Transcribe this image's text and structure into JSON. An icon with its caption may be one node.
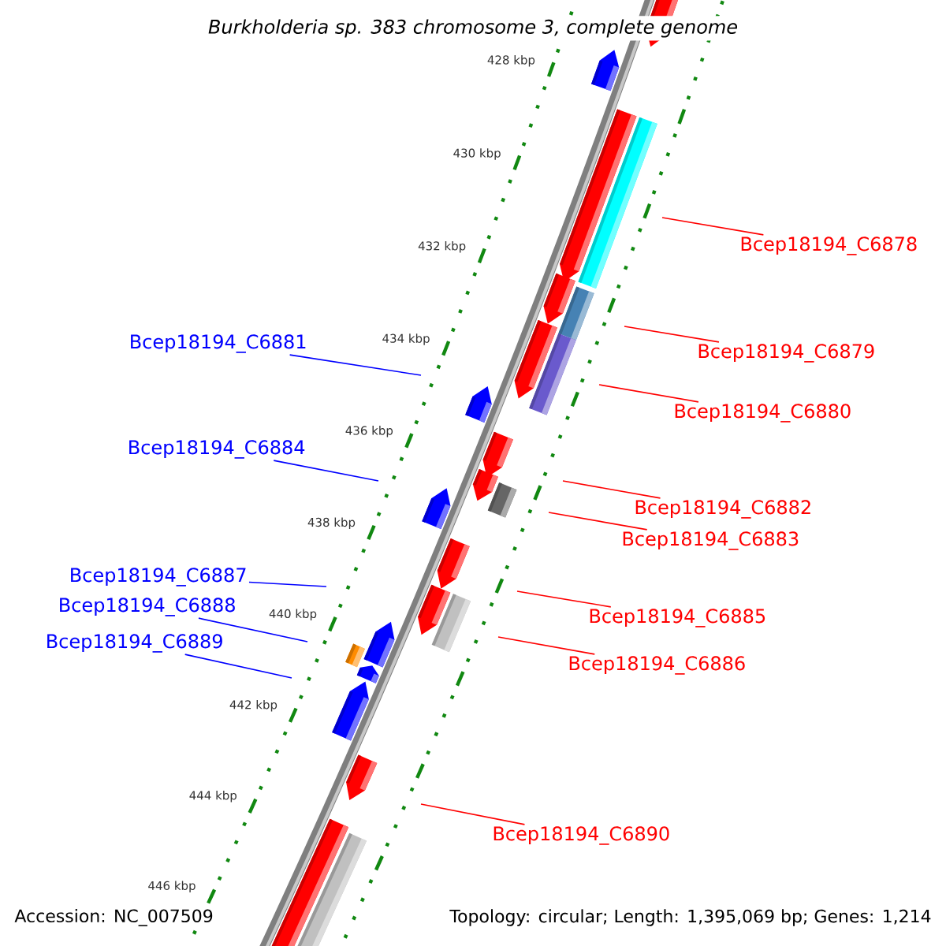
{
  "diagram": {
    "title": "Burkholderia sp. 383 chromosome 3, complete genome",
    "nodes": [
      {
        "text": [
          "Bcep18194_C6878"
        ]
      },
      {
        "text": [
          "Bcep18194_C6881"
        ]
      },
      {
        "text": [
          "Bcep18194_C6879"
        ]
      },
      {
        "text": [
          "Bcep18194_C6880"
        ]
      },
      {
        "text": [
          "Bcep18194_C6884"
        ]
      },
      {
        "text": [
          "Bcep18194_C6882"
        ]
      },
      {
        "text": [
          "Bcep18194_C6883"
        ]
      },
      {
        "text": [
          "Bcep18194_C6887"
        ]
      },
      {
        "text": [
          "Bcep18194_C6888"
        ]
      },
      {
        "text": [
          "Bcep18194_C6885"
        ]
      },
      {
        "text": [
          "Bcep18194_C6889"
        ]
      },
      {
        "text": [
          "Bcep18194_C6886"
        ]
      },
      {
        "text": [
          "Bcep18194_C6890"
        ]
      }
    ],
    "edges": [
      {
        "from": 0,
        "to": null,
        "arrow": "none"
      },
      {
        "from": 1,
        "to": null,
        "arrow": "none",
        "color": "#0000ff"
      },
      {
        "from": 2,
        "to": null,
        "arrow": "none"
      },
      {
        "from": 3,
        "to": null,
        "arrow": "none"
      },
      {
        "from": 4,
        "to": null,
        "arrow": "none",
        "color": "#0000ff"
      },
      {
        "from": 5,
        "to": null,
        "arrow": "none"
      },
      {
        "from": 6,
        "to": null,
        "arrow": "none"
      },
      {
        "from": 7,
        "to": null,
        "arrow": "none",
        "color": "#0000ff"
      },
      {
        "from": 8,
        "to": null,
        "arrow": "none",
        "color": "#0000ff"
      },
      {
        "from": 9,
        "to": null,
        "arrow": "none"
      },
      {
        "from": 10,
        "to": null,
        "arrow": "none",
        "color": "#0000ff"
      },
      {
        "from": 11,
        "to": null,
        "arrow": "none"
      },
      {
        "from": 12,
        "to": null,
        "arrow": "none"
      }
    ],
    "labels": [
      "428 kbp",
      "430 kbp",
      "432 kbp",
      "434 kbp",
      "436 kbp",
      "438 kbp",
      "440 kbp",
      "442 kbp",
      "444 kbp",
      "446 kbp",
      "Accession: NC_007509",
      "Topology: circular; Length: 1,395,069 bp; Genes: 1,214"
    ]
  }
}
